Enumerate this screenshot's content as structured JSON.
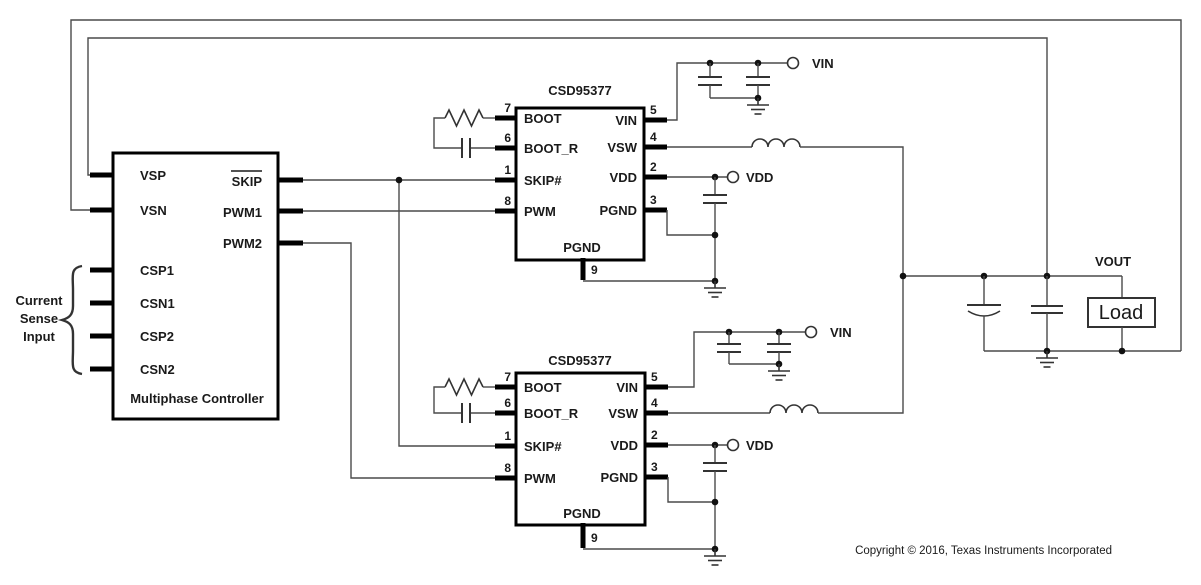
{
  "controller": {
    "label": "Multiphase Controller",
    "left_pins": [
      "VSP",
      "VSN",
      "CSP1",
      "CSN1",
      "CSP2",
      "CSN2"
    ],
    "right_pins": [
      "SKIP",
      "PWM1",
      "PWM2"
    ],
    "sense_group": [
      "Current",
      "Sense",
      "Input"
    ]
  },
  "stages": [
    {
      "part": "CSD95377",
      "left_pins": [
        {
          "num": "7",
          "name": "BOOT"
        },
        {
          "num": "6",
          "name": "BOOT_R"
        },
        {
          "num": "1",
          "name": "SKIP#"
        },
        {
          "num": "8",
          "name": "PWM"
        }
      ],
      "right_pins": [
        {
          "num": "5",
          "name": "VIN"
        },
        {
          "num": "4",
          "name": "VSW"
        },
        {
          "num": "2",
          "name": "VDD"
        },
        {
          "num": "3",
          "name": "PGND"
        }
      ],
      "bottom_pin": {
        "num": "9",
        "name": "PGND"
      },
      "vin_label": "VIN",
      "vdd_label": "VDD"
    },
    {
      "part": "CSD95377",
      "left_pins": [
        {
          "num": "7",
          "name": "BOOT"
        },
        {
          "num": "6",
          "name": "BOOT_R"
        },
        {
          "num": "1",
          "name": "SKIP#"
        },
        {
          "num": "8",
          "name": "PWM"
        }
      ],
      "right_pins": [
        {
          "num": "5",
          "name": "VIN"
        },
        {
          "num": "4",
          "name": "VSW"
        },
        {
          "num": "2",
          "name": "VDD"
        },
        {
          "num": "3",
          "name": "PGND"
        }
      ],
      "bottom_pin": {
        "num": "9",
        "name": "PGND"
      },
      "vin_label": "VIN",
      "vdd_label": "VDD"
    }
  ],
  "output": {
    "vout_label": "VOUT",
    "load_label": "Load"
  },
  "footer": {
    "copyright": "Copyright © 2016, Texas Instruments Incorporated"
  },
  "colors": {
    "wire": "#4a4a4a",
    "component": "#333333",
    "box_border": "#000000",
    "text": "#1a1a1a",
    "background": "#ffffff"
  }
}
